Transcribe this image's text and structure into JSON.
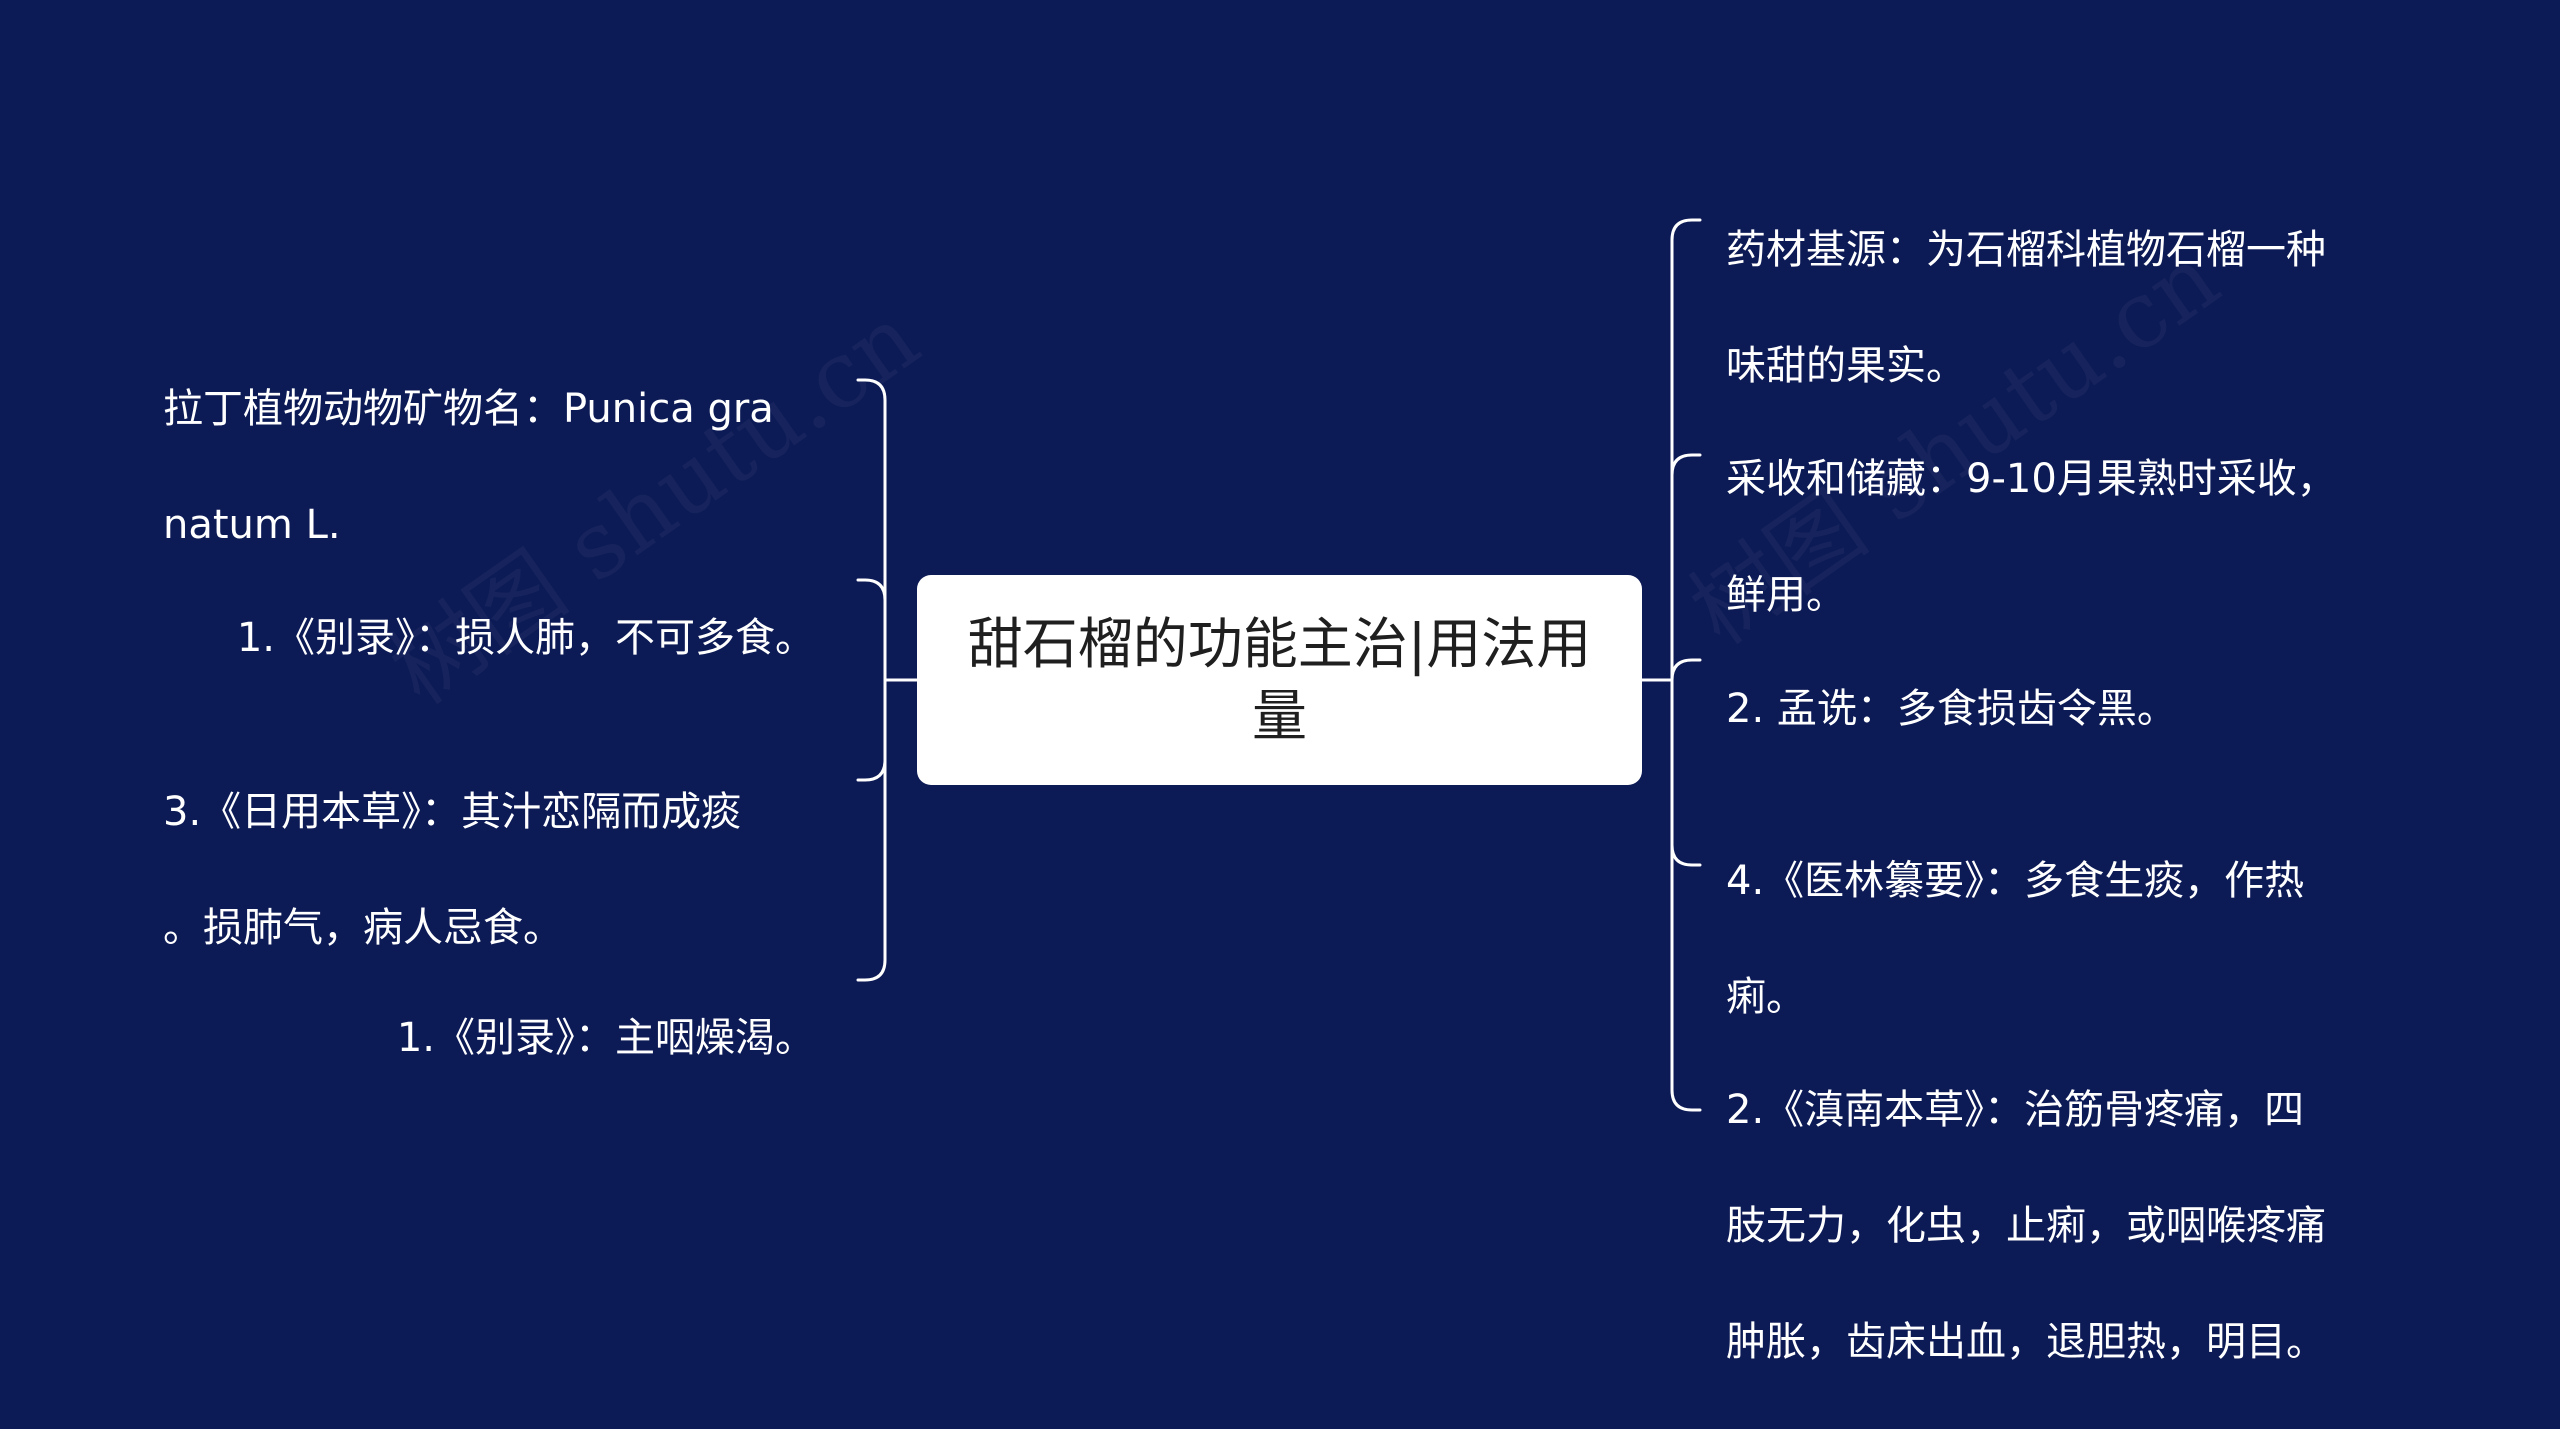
{
  "central_topic": "甜石榴的功能主治|用法用量",
  "central_topic_lines": [
    "甜石榴的功能主治|用法用",
    "量"
  ],
  "left_branches": [
    {
      "lines": [
        "拉丁植物动物矿物名：Punica gra",
        "natum L."
      ]
    },
    {
      "lines": [
        "1.《别录》：损人肺，不可多食。"
      ]
    },
    {
      "lines": [
        "3.《日用本草》：其汁恋隔而成痰",
        "。损肺气，病人忌食。"
      ]
    },
    {
      "lines": [
        "1.《别录》：主咽燥渴。"
      ]
    }
  ],
  "right_branches": [
    {
      "lines": [
        "药材基源：为石榴科植物石榴一种",
        "味甜的果实。"
      ]
    },
    {
      "lines": [
        "采收和储藏：9-10月果熟时采收，",
        "鲜用。"
      ]
    },
    {
      "lines": [
        "2. 孟诜：多食损齿令黑。"
      ]
    },
    {
      "lines": [
        "4.《医林纂要》：多食生痰，作热",
        "痢。"
      ]
    },
    {
      "lines": [
        "2.《滇南本草》：治筋骨疼痛，四",
        "肢无力，化虫，止痢，或咽喉疼痛",
        "肿胀，齿床出血，退胆热，明目。"
      ]
    }
  ],
  "watermark_text": "树图 shutu.cn",
  "colors": {
    "background": "#0c1a55",
    "central_fill": "#ffffff",
    "central_text": "#1f1f1f",
    "node_text": "#ffffff",
    "connector": "#ffffff"
  }
}
